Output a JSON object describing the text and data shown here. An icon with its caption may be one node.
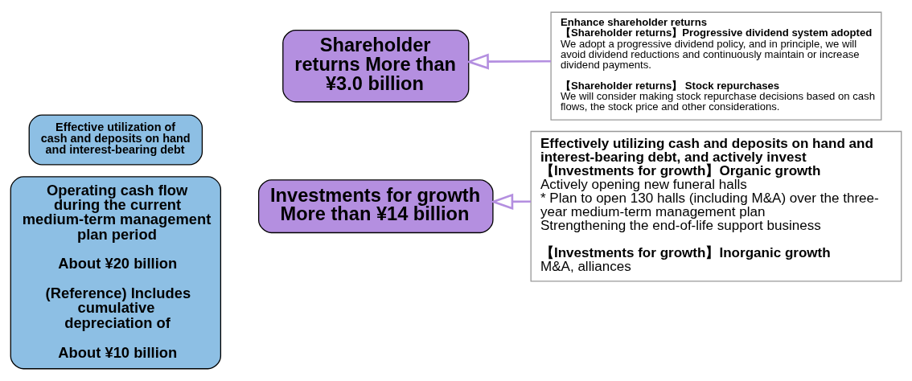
{
  "diagram": {
    "nodes": [
      {
        "text": [
          "Effective utilization of cash and deposits on hand and interest-bearing debt"
        ]
      },
      {
        "text": [
          "Operating cash flow during the current medium-term management plan period",
          "About ¥20 billion",
          "(Reference) Includes cumulative depreciation of",
          "About ¥10 billion"
        ]
      },
      {
        "text": [
          "Investments for growth More than ¥14 billion"
        ]
      },
      {
        "text": [
          "Effectively utilizing cash and deposits on hand and interest-bearing debt, and actively invest",
          "【Investments for growth】Organic growth",
          "Actively opening new funeral halls",
          "* Plan to open 130 halls (including M&A) over the three-year medium-term management plan",
          "Strengthening the end-of-life support business",
          "【Investments for growth】Inorganic growth",
          "M&A, alliances"
        ]
      },
      {
        "text": [
          "Shareholder returns More than ¥3.0 billion"
        ]
      },
      {
        "text": [
          "Enhance shareholder returns",
          "【Shareholder returns】Progressive dividend system adopted",
          "We adopt a progressive dividend policy, and in principle, we will avoid dividend reductions and continuously maintain or increase dividend payments.",
          "【Shareholder returns】 Stock repurchases",
          "We will consider making stock repurchase decisions based on cash flows, the stock price and other considerations."
        ]
      }
    ],
    "edges": [
      {
        "from": 3,
        "to": 2,
        "arrow": "to"
      },
      {
        "from": 5,
        "to": 4,
        "arrow": "to"
      }
    ]
  }
}
